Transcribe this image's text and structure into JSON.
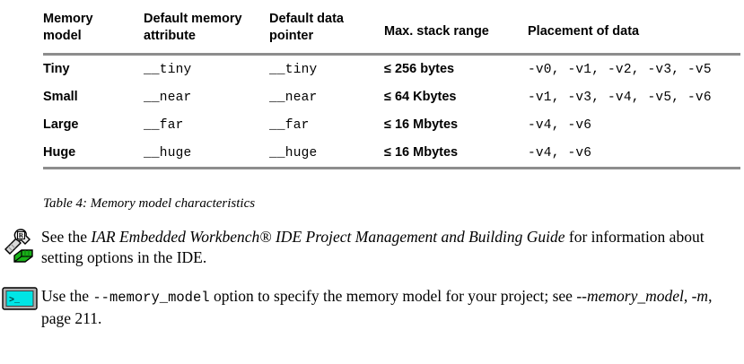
{
  "table": {
    "headers": [
      "Memory model",
      "Default memory attribute",
      "Default data pointer",
      "Max. stack range",
      "Placement of data"
    ],
    "header_lines": {
      "h1a": "Memory",
      "h1b": "model",
      "h2a": "Default memory",
      "h2b": "attribute",
      "h3a": "Default data",
      "h3b": "pointer",
      "h4": "Max. stack range",
      "h5": "Placement of data"
    },
    "rows": [
      {
        "model": "Tiny",
        "default_memory_attribute": "__tiny",
        "default_data_pointer": "__tiny",
        "max_stack_range": "≤ 256 bytes",
        "placement_of_data": "-v0, -v1, -v2, -v3, -v5"
      },
      {
        "model": "Small",
        "default_memory_attribute": "__near",
        "default_data_pointer": "__near",
        "max_stack_range": "≤ 64 Kbytes",
        "placement_of_data": "-v1, -v3, -v4, -v5, -v6"
      },
      {
        "model": "Large",
        "default_memory_attribute": "__far",
        "default_data_pointer": "__far",
        "max_stack_range": "≤ 16 Mbytes",
        "placement_of_data": "-v4, -v6"
      },
      {
        "model": "Huge",
        "default_memory_attribute": "__huge",
        "default_data_pointer": "__huge",
        "max_stack_range": "≤ 16 Mbytes",
        "placement_of_data": "-v4, -v6"
      }
    ],
    "caption": "Table 4: Memory model characteristics",
    "rule_color": "#8d8d8d"
  },
  "notes": [
    {
      "icon": "ide-tools-icon",
      "segments": {
        "lead": "See the ",
        "title": "IAR Embedded Workbench® IDE Project Management and Building Guide",
        "tail": " for information about setting options in the IDE."
      }
    },
    {
      "icon": "command-line-icon",
      "segments": {
        "lead": "Use the ",
        "code": "--memory_model",
        "mid": " option to specify the memory model for your project; see ",
        "ref_italic": "--memory_model, -m",
        "ref_tail": ", page 211."
      }
    }
  ],
  "colors": {
    "rule": "#8d8d8d",
    "terminal_screen": "#00e5e5",
    "terminal_bezel": "#b0b0b0",
    "plug_green": "#19b219",
    "tool_gray": "#d8d8d8"
  }
}
